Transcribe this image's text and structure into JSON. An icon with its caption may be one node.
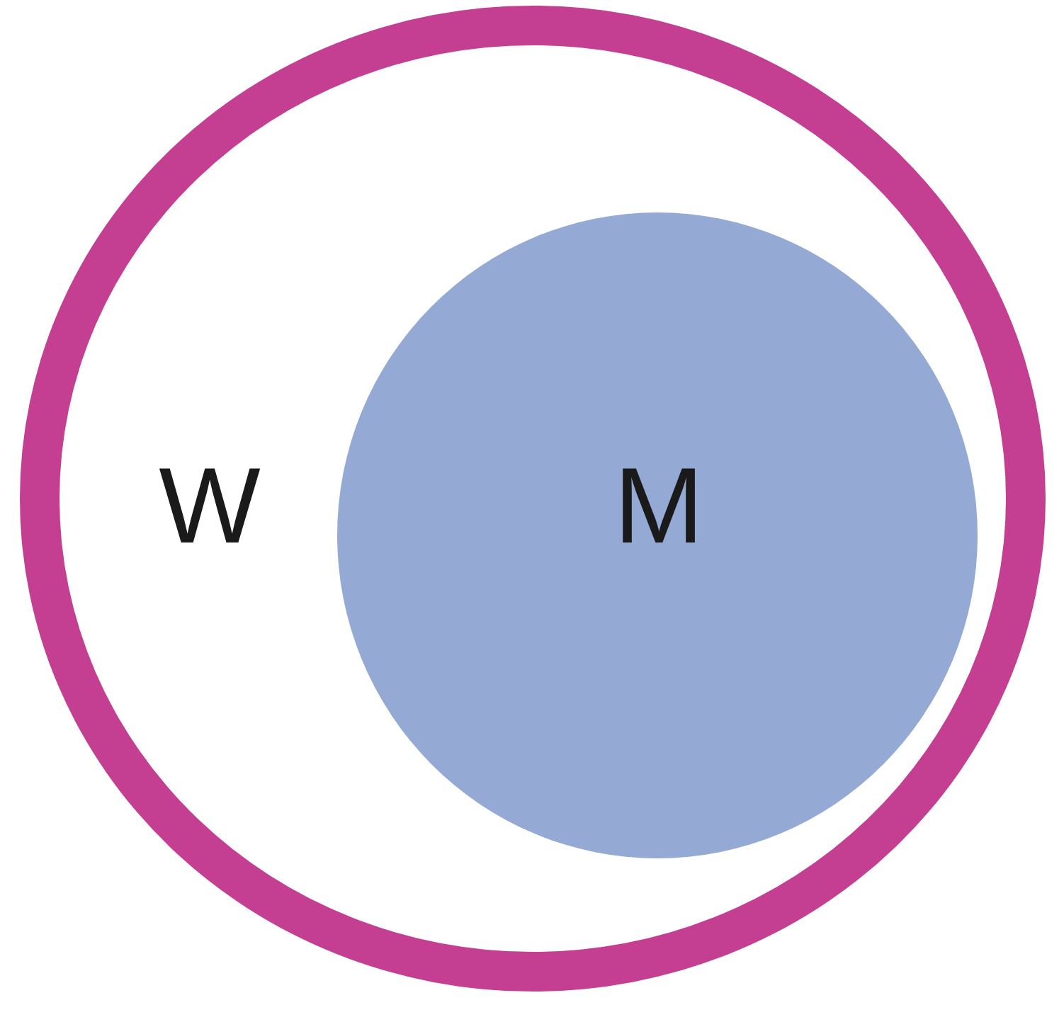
{
  "diagram": {
    "nodes": [
      {
        "text": [
          "W"
        ]
      },
      {
        "text": [
          "M"
        ],
        "in": 0
      }
    ]
  }
}
